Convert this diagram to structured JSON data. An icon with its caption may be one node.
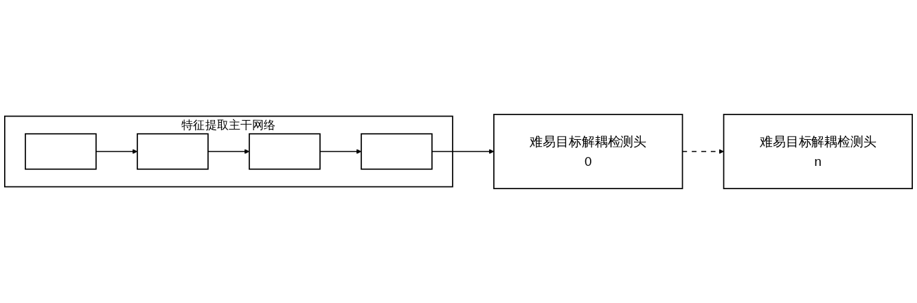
{
  "diagram": {
    "nodes": [
      {
        "text": [
          "特征提取主干网络"
        ]
      },
      {
        "text": [],
        "shape": "box",
        "in": 0
      },
      {
        "text": [],
        "shape": "box",
        "in": 0
      },
      {
        "text": [],
        "shape": "box",
        "in": 0
      },
      {
        "text": [],
        "shape": "box",
        "in": 0
      },
      {
        "text": [
          "难易目标解耦检测头0"
        ]
      },
      {
        "text": [
          "难易目标解耦检测头n"
        ]
      }
    ],
    "edges": [
      {
        "from": 1,
        "to": 2,
        "arrow": "to"
      },
      {
        "from": 2,
        "to": 3,
        "arrow": "to"
      },
      {
        "from": 3,
        "to": 4,
        "arrow": "to"
      },
      {
        "from": 4,
        "to": 5,
        "arrow": "to"
      },
      {
        "from": 5,
        "to": 6,
        "arrow": "to",
        "style": "dashed"
      }
    ]
  }
}
